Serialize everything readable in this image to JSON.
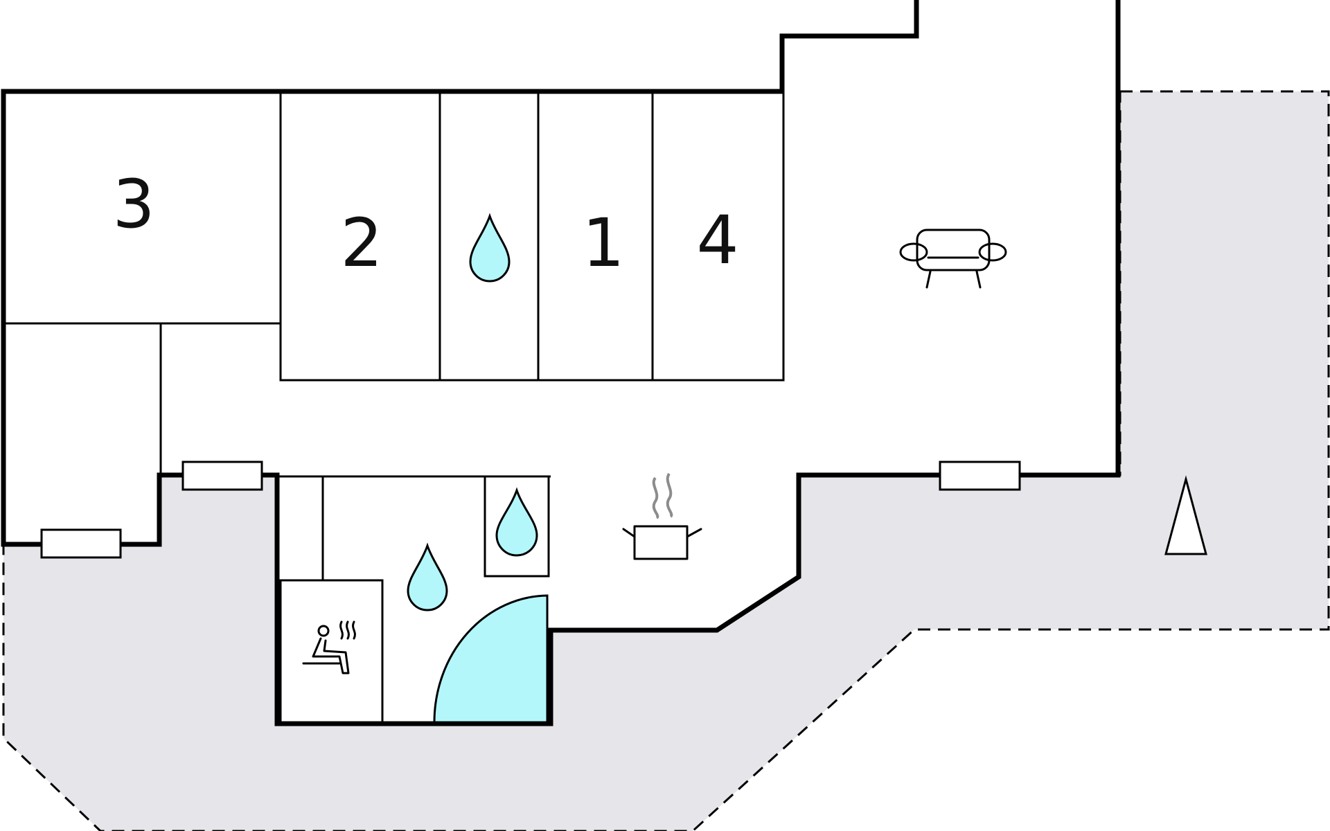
{
  "colors": {
    "terrace": "#e6e6ea",
    "water": "#b3f7fb",
    "wall": "#000000",
    "steam": "#8c8c8c"
  },
  "rooms": {
    "bedroom_3": {
      "label": "3"
    },
    "bedroom_2": {
      "label": "2"
    },
    "bedroom_1": {
      "label": "1"
    },
    "bedroom_4": {
      "label": "4"
    }
  },
  "icons": {
    "bathroom_upper": "water-drop-icon",
    "bathroom_main": "water-drop-icon",
    "bathroom_small": "water-drop-icon",
    "living_room": "sofa-icon",
    "kitchen": "cooking-pot-icon",
    "sauna": "sauna-icon",
    "pool": "pool-icon",
    "terrace_marker": "tree-icon"
  }
}
